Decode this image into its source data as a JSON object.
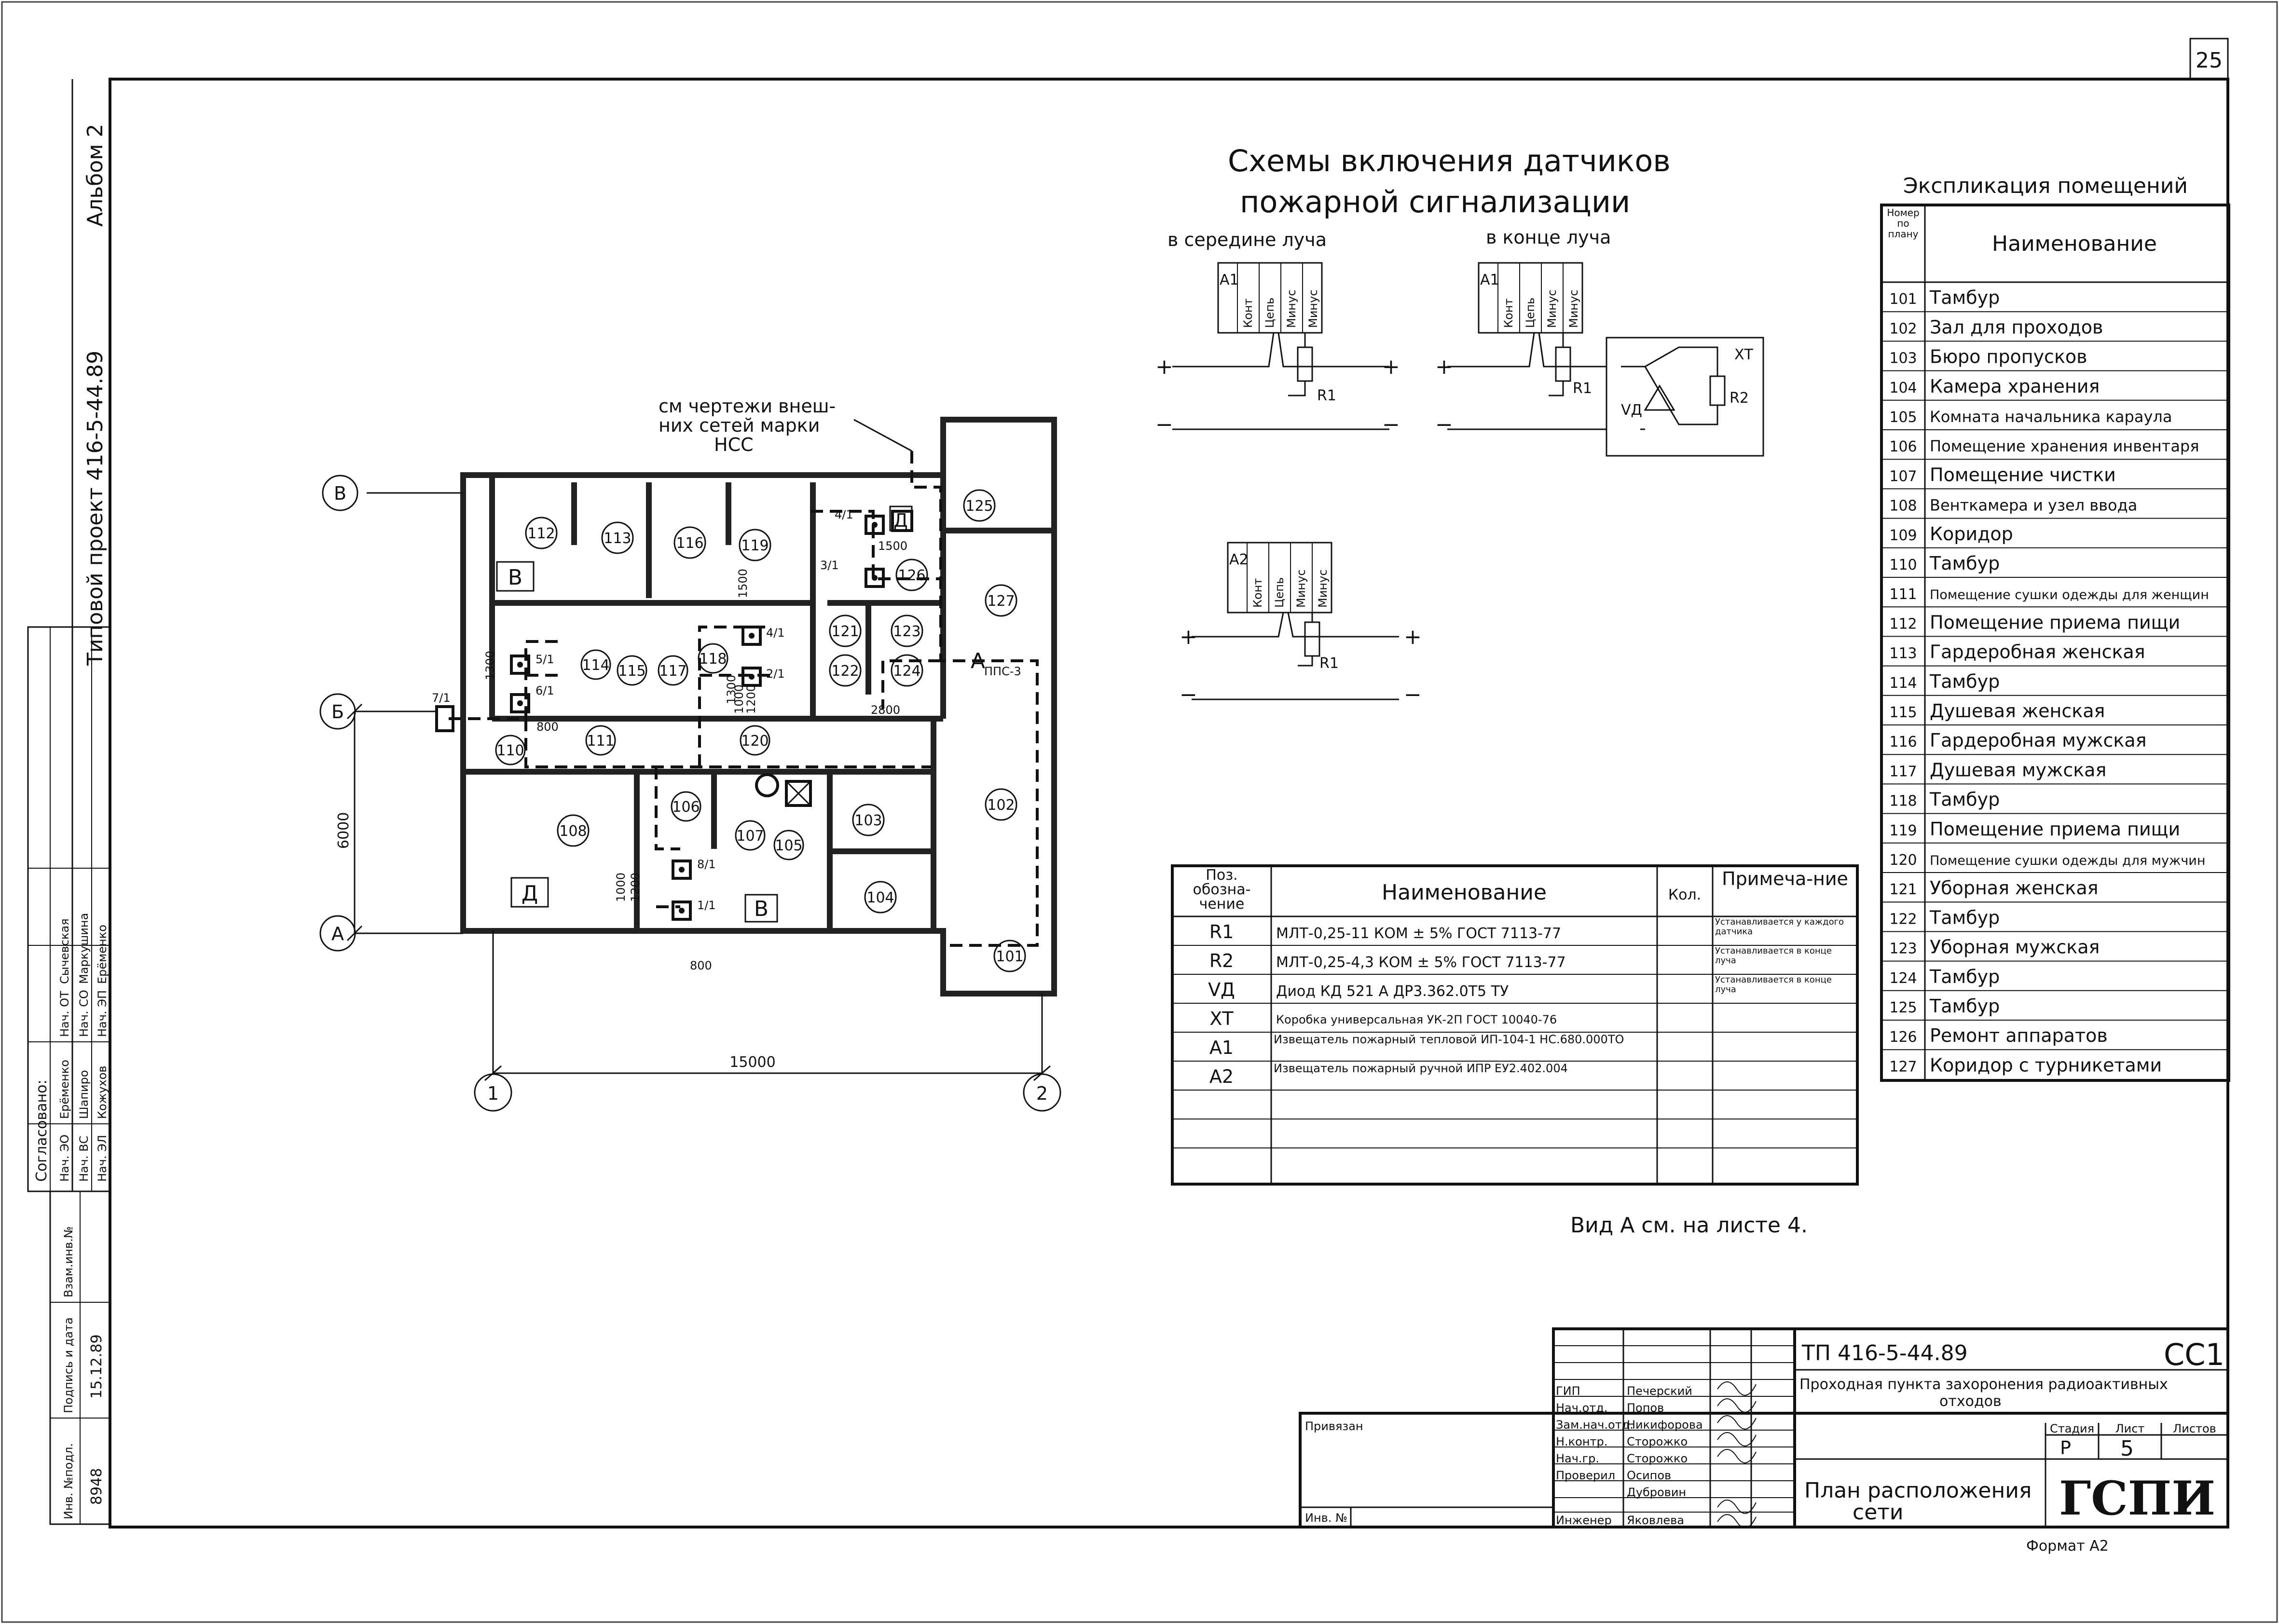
{
  "sheet_corner_number": "25",
  "left_margin": {
    "album": "Альбом 2",
    "project": "Типовой проект 416-5-44.89",
    "soglasovano": "Согласовано:",
    "stamp_rows": [
      {
        "role": "Нач. ЭО",
        "name": "Ерёменко"
      },
      {
        "role": "Нач. ОТ",
        "name": "Сычевская"
      },
      {
        "role": "Нач. ВС",
        "name": "Шапиро"
      },
      {
        "role": "Нач. СО",
        "name": "Маркушина"
      },
      {
        "role": "Нач. ЭЛ",
        "name": "Кожухов"
      },
      {
        "role": "Нач. ЭП",
        "name": "Ерёменко"
      }
    ],
    "inv_label": "Инв. №подл.",
    "inv_value": "8948",
    "sign_label": "Подпись и дата",
    "sign_value": "15.12.89",
    "vzam_label": "Взам.инв.№"
  },
  "plan": {
    "note": [
      "см чертежи внеш-",
      "них сетей марки",
      "НСС"
    ],
    "axes": {
      "B": "В",
      "Bv": "Б",
      "A": "А",
      "n1": "1",
      "n2": "2"
    },
    "dim_width": "15000",
    "dim_height": "6000",
    "rooms": [
      {
        "num": "112"
      },
      {
        "num": "113"
      },
      {
        "num": "116"
      },
      {
        "num": "119"
      },
      {
        "num": "125"
      },
      {
        "num": "126"
      },
      {
        "num": "127"
      },
      {
        "num": "121"
      },
      {
        "num": "123"
      },
      {
        "num": "122"
      },
      {
        "num": "124"
      },
      {
        "num": "114"
      },
      {
        "num": "115"
      },
      {
        "num": "117"
      },
      {
        "num": "118"
      },
      {
        "num": "111"
      },
      {
        "num": "120"
      },
      {
        "num": "110"
      },
      {
        "num": "108"
      },
      {
        "num": "106"
      },
      {
        "num": "107"
      },
      {
        "num": "105"
      },
      {
        "num": "103"
      },
      {
        "num": "102"
      },
      {
        "num": "104"
      },
      {
        "num": "101"
      }
    ],
    "boxes": {
      "v1": "В",
      "v2": "В",
      "d1": "Д",
      "d2": "Д",
      "a": "А"
    },
    "labels": {
      "pps": "ППС-3",
      "d1500": "1500",
      "d1300a": "1300",
      "d1300b": "1300",
      "d1500b": "1500",
      "d800a": "800",
      "d800b": "800",
      "d2800": "2800",
      "d1000": "1000",
      "d1200": "1200",
      "d1000b": "1000",
      "d1200b": "1200",
      "t41a": "4/1",
      "t41b": "4/1",
      "t51": "5/1",
      "t61": "6/1",
      "t71": "7/1",
      "t31": "3/1",
      "t21": "2/1",
      "t81": "8/1",
      "t11": "1/1"
    }
  },
  "schemes": {
    "title_line1": "Схемы включения датчиков",
    "title_line2": "пожарной сигнализации",
    "sub_mid": "в середине луча",
    "sub_end": "в конце луча",
    "tag_a1": "А1",
    "tag_a1b": "А1",
    "tag_a2": "А2",
    "cols": [
      "Конт",
      "Цепь",
      "Минус",
      "Минус"
    ],
    "r1": "R1",
    "r2": "R2",
    "xt": "ХТ",
    "vd": "VД",
    "plus": "+",
    "minus": "−"
  },
  "spec": {
    "headers": {
      "pos": "Поз. обозна-чение",
      "name": "Наименование",
      "qty": "Кол.",
      "note": "Примеча-ние"
    },
    "rows": [
      {
        "pos": "R1",
        "name": "МЛТ-0,25-11 КОМ ± 5% ГОСТ 7113-77",
        "note": "Устанавливается у каждого датчика"
      },
      {
        "pos": "R2",
        "name": "МЛТ-0,25-4,3 КОМ ± 5% ГОСТ 7113-77",
        "note": "Устанавливается в конце луча"
      },
      {
        "pos": "VД",
        "name": "Диод КД 521 А ДР3.362.0Т5 ТУ",
        "note": "Устанавливается в конце луча"
      },
      {
        "pos": "ХТ",
        "name": "Коробка универсальная УК-2П ГОСТ 10040-76",
        "note": ""
      },
      {
        "pos": "А1",
        "name": "Извещатель пожарный тепловой ИП-104-1 НС.680.000ТО",
        "note": ""
      },
      {
        "pos": "А2",
        "name": "Извещатель пожарный ручной ИПР ЕУ2.402.004",
        "note": ""
      }
    ],
    "view_note": "Вид А см. на листе 4."
  },
  "explication": {
    "title": "Экспликация помещений",
    "col_num": "Номер по плану",
    "col_name": "Наименование",
    "rows": [
      {
        "num": "101",
        "name": "Тамбур"
      },
      {
        "num": "102",
        "name": "Зал для проходов"
      },
      {
        "num": "103",
        "name": "Бюро пропусков"
      },
      {
        "num": "104",
        "name": "Камера хранения"
      },
      {
        "num": "105",
        "name": "Комната начальника караула"
      },
      {
        "num": "106",
        "name": "Помещение хранения инвентаря"
      },
      {
        "num": "107",
        "name": "Помещение чистки"
      },
      {
        "num": "108",
        "name": "Венткамера и узел ввода"
      },
      {
        "num": "109",
        "name": "Коридор"
      },
      {
        "num": "110",
        "name": "Тамбур"
      },
      {
        "num": "111",
        "name": "Помещение сушки одежды для женщин"
      },
      {
        "num": "112",
        "name": "Помещение приема пищи"
      },
      {
        "num": "113",
        "name": "Гардеробная женская"
      },
      {
        "num": "114",
        "name": "Тамбур"
      },
      {
        "num": "115",
        "name": "Душевая женская"
      },
      {
        "num": "116",
        "name": "Гардеробная мужская"
      },
      {
        "num": "117",
        "name": "Душевая мужская"
      },
      {
        "num": "118",
        "name": "Тамбур"
      },
      {
        "num": "119",
        "name": "Помещение приема пищи"
      },
      {
        "num": "120",
        "name": "Помещение сушки одежды для мужчин"
      },
      {
        "num": "121",
        "name": "Уборная женская"
      },
      {
        "num": "122",
        "name": "Тамбур"
      },
      {
        "num": "123",
        "name": "Уборная мужская"
      },
      {
        "num": "124",
        "name": "Тамбур"
      },
      {
        "num": "125",
        "name": "Тамбур"
      },
      {
        "num": "126",
        "name": "Ремонт аппаратов"
      },
      {
        "num": "127",
        "name": "Коридор с турникетами"
      }
    ]
  },
  "title_block": {
    "privyazan": "Привязан",
    "inv_no": "Инв. №",
    "staff": [
      {
        "role": "ГИП",
        "name": "Печерский"
      },
      {
        "role": "Нач.отд.",
        "name": "Попов"
      },
      {
        "role": "Зам.нач.отд.",
        "name": "Никифорова"
      },
      {
        "role": "Н.контр.",
        "name": "Сторожко"
      },
      {
        "role": "Нач.гр.",
        "name": "Сторожко"
      },
      {
        "role": "Проверил",
        "name": "Осипов"
      },
      {
        "role": "",
        "name": "Дубровин"
      },
      {
        "role": "Инженер",
        "name": "Яковлева"
      }
    ],
    "code": "ТП 416-5-44.89",
    "mark": "СС1",
    "object_line1": "Проходная пункта захоронения радиоактивных",
    "object_line2": "отходов",
    "stage_label": "Стадия",
    "sheet_label": "Лист",
    "sheets_label": "Листов",
    "stage": "Р",
    "sheet": "5",
    "sheet_title_line1": "План расположения",
    "sheet_title_line2": "сети",
    "org": "ГСПИ",
    "format": "Формат А2"
  }
}
